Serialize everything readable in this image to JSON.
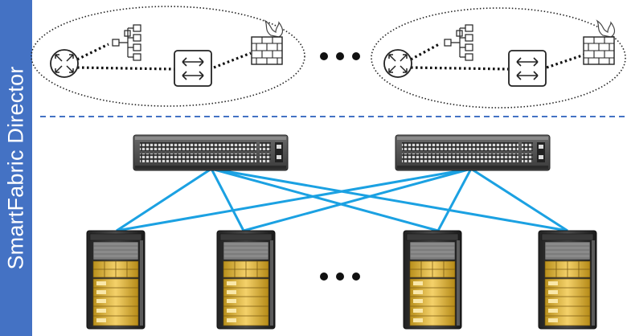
{
  "side_banner": {
    "label": "SmartFabric Director",
    "color": "#4472C4",
    "text_color": "#FFFFFF"
  },
  "virtual_groups": [
    {
      "icons": [
        "router-icon",
        "hierarchy-icon",
        "switch-icon",
        "firewall-icon"
      ]
    },
    {
      "icons": [
        "router-icon",
        "hierarchy-icon",
        "switch-icon",
        "firewall-icon"
      ]
    }
  ],
  "separator": {
    "style": "dashed",
    "color": "#4472C4"
  },
  "spine_switches": [
    {
      "icon": "network-switch-icon"
    },
    {
      "icon": "network-switch-icon"
    }
  ],
  "server_racks": [
    {
      "icon": "server-rack-icon"
    },
    {
      "icon": "server-rack-icon"
    },
    {
      "icon": "server-rack-icon"
    },
    {
      "icon": "server-rack-icon"
    }
  ],
  "links": {
    "color": "#1BA1E2"
  },
  "ellipsis_markers": [
    "top-ellipsis",
    "bottom-ellipsis"
  ]
}
